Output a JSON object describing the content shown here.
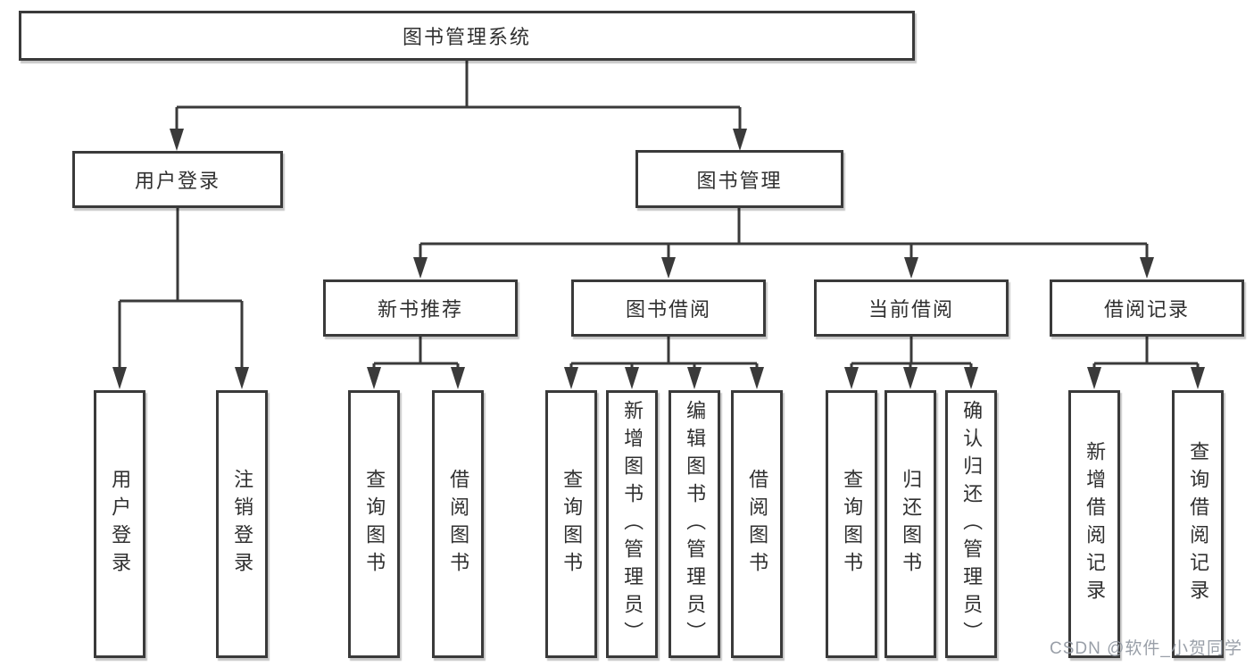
{
  "tree": {
    "root": {
      "label": "图书管理系统",
      "children": [
        {
          "label": "用户登录",
          "children": [
            {
              "label": "用户登录"
            },
            {
              "label": "注销登录"
            }
          ]
        },
        {
          "label": "图书管理",
          "children": [
            {
              "label": "新书推荐",
              "children": [
                {
                  "label": "查询图书"
                },
                {
                  "label": "借阅图书"
                }
              ]
            },
            {
              "label": "图书借阅",
              "children": [
                {
                  "label": "查询图书"
                },
                {
                  "label": "新增图书（管理员）"
                },
                {
                  "label": "编辑图书（管理员）"
                },
                {
                  "label": "借阅图书"
                }
              ]
            },
            {
              "label": "当前借阅",
              "children": [
                {
                  "label": "查询图书"
                },
                {
                  "label": "归还图书"
                },
                {
                  "label": "确认归还（管理员）"
                }
              ]
            },
            {
              "label": "借阅记录",
              "children": [
                {
                  "label": "新增借阅记录"
                },
                {
                  "label": "查询借阅记录"
                }
              ]
            }
          ]
        }
      ]
    }
  },
  "watermark": {
    "text": "CSDN @软件_小贺同学"
  },
  "colors": {
    "line": "#3a3a3a",
    "text": "#303030",
    "background": "#ffffff",
    "watermark": "#949aa3"
  }
}
